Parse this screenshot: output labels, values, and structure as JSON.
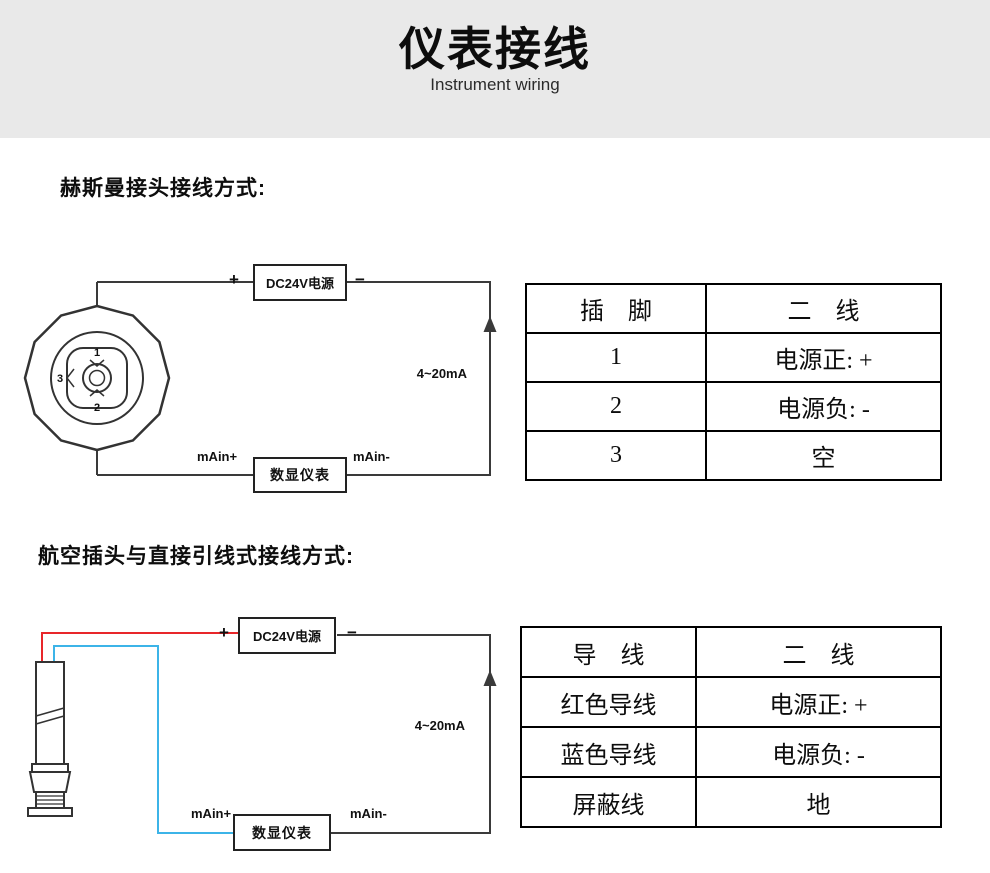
{
  "page": {
    "title": "仪表接线",
    "subtitle": "Instrument wiring"
  },
  "sections": {
    "hirschmann": {
      "heading": "赫斯曼接头接线方式:",
      "diagram": {
        "power_box": "DC24V电源",
        "power_plus": "+",
        "power_minus": "−",
        "meter_box": "数显仪表",
        "meter_in_plus": "mAin+",
        "meter_in_minus": "mAin-",
        "current_range": "4~20mA",
        "pins": [
          "1",
          "2",
          "3"
        ]
      },
      "table": {
        "headers": [
          "插　脚",
          "二　线"
        ],
        "rows": [
          [
            "1",
            "电源正: +"
          ],
          [
            "2",
            "电源负: -"
          ],
          [
            "3",
            "空"
          ]
        ]
      }
    },
    "aviation": {
      "heading": "航空插头与直接引线式接线方式:",
      "diagram": {
        "power_box": "DC24V电源",
        "power_plus": "+",
        "power_minus": "−",
        "meter_box": "数显仪表",
        "meter_in_plus": "mAin+",
        "meter_in_minus": "mAin-",
        "current_range": "4~20mA"
      },
      "table": {
        "headers": [
          "导　线",
          "二　线"
        ],
        "rows": [
          [
            "红色导线",
            "电源正: +"
          ],
          [
            "蓝色导线",
            "电源负: -"
          ],
          [
            "屏蔽线",
            "地"
          ]
        ]
      }
    }
  },
  "colors": {
    "header_band": "#e9e9e9",
    "wire_black": "#3a3a3a",
    "wire_red": "#e8262a",
    "wire_blue": "#3cb4e8",
    "table_border": "#000000"
  }
}
